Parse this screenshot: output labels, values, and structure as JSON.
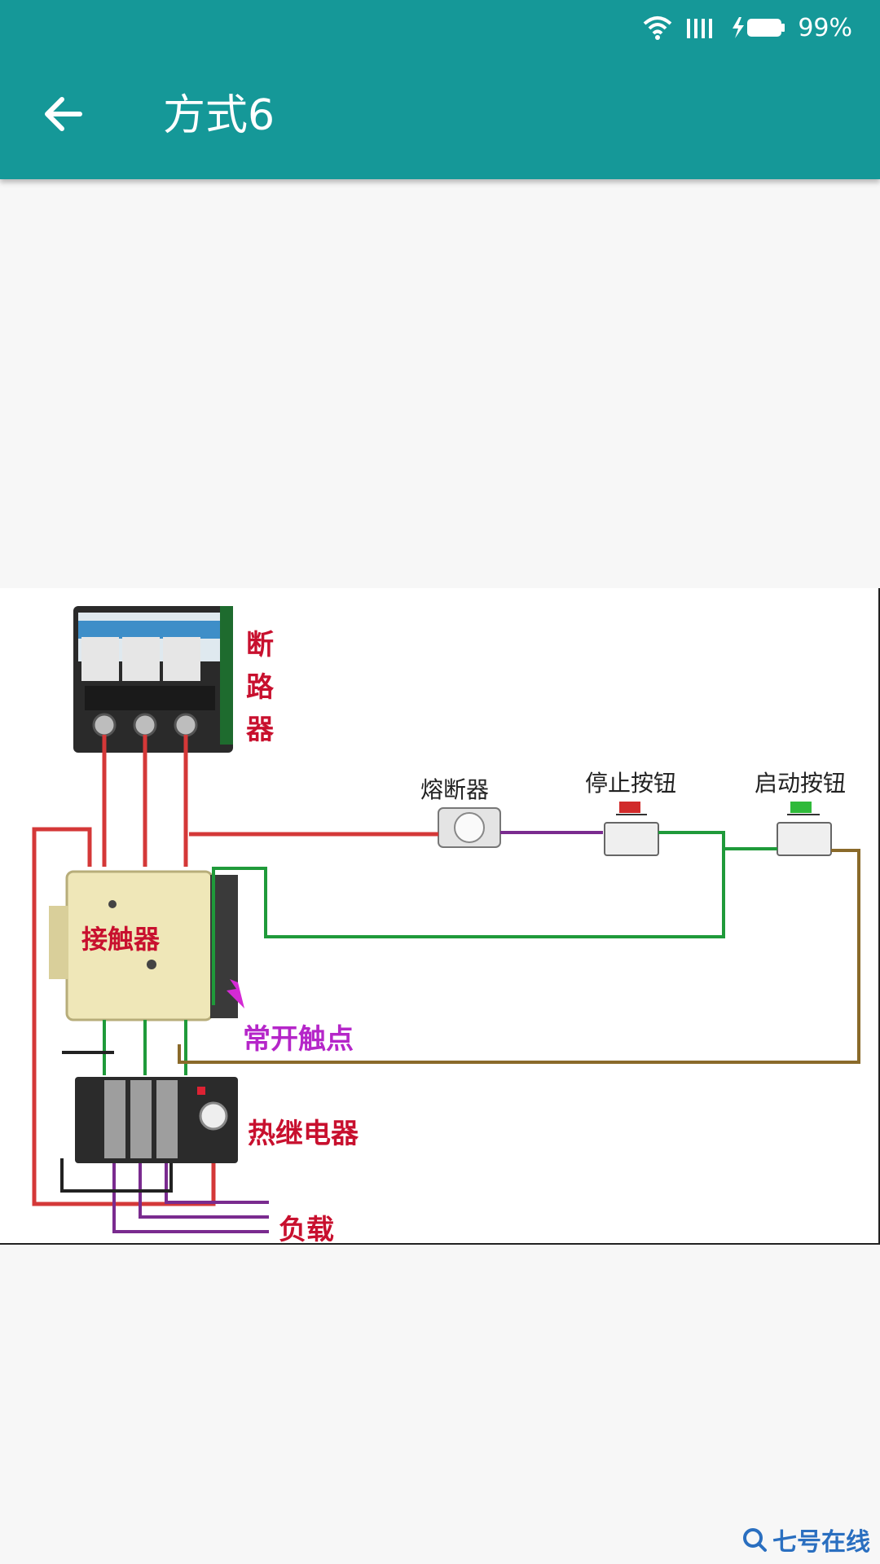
{
  "status_bar": {
    "battery_percent": "99%"
  },
  "app_bar": {
    "title": "方式6"
  },
  "diagram": {
    "labels": {
      "breaker": [
        "断",
        "路",
        "器"
      ],
      "fuse": "熔断器",
      "stop_button": "停止按钮",
      "start_button": "启动按钮",
      "contactor": "接触器",
      "no_contact": "常开触点",
      "thermal_relay": "热继电器",
      "load": "负载"
    }
  },
  "watermark": {
    "text": "七号在线"
  },
  "colors": {
    "appbar": "#159898",
    "wire_red": "#d43838",
    "wire_green": "#1f9a3a",
    "wire_purple": "#7a2b8f",
    "wire_brown": "#8a6a2a"
  }
}
